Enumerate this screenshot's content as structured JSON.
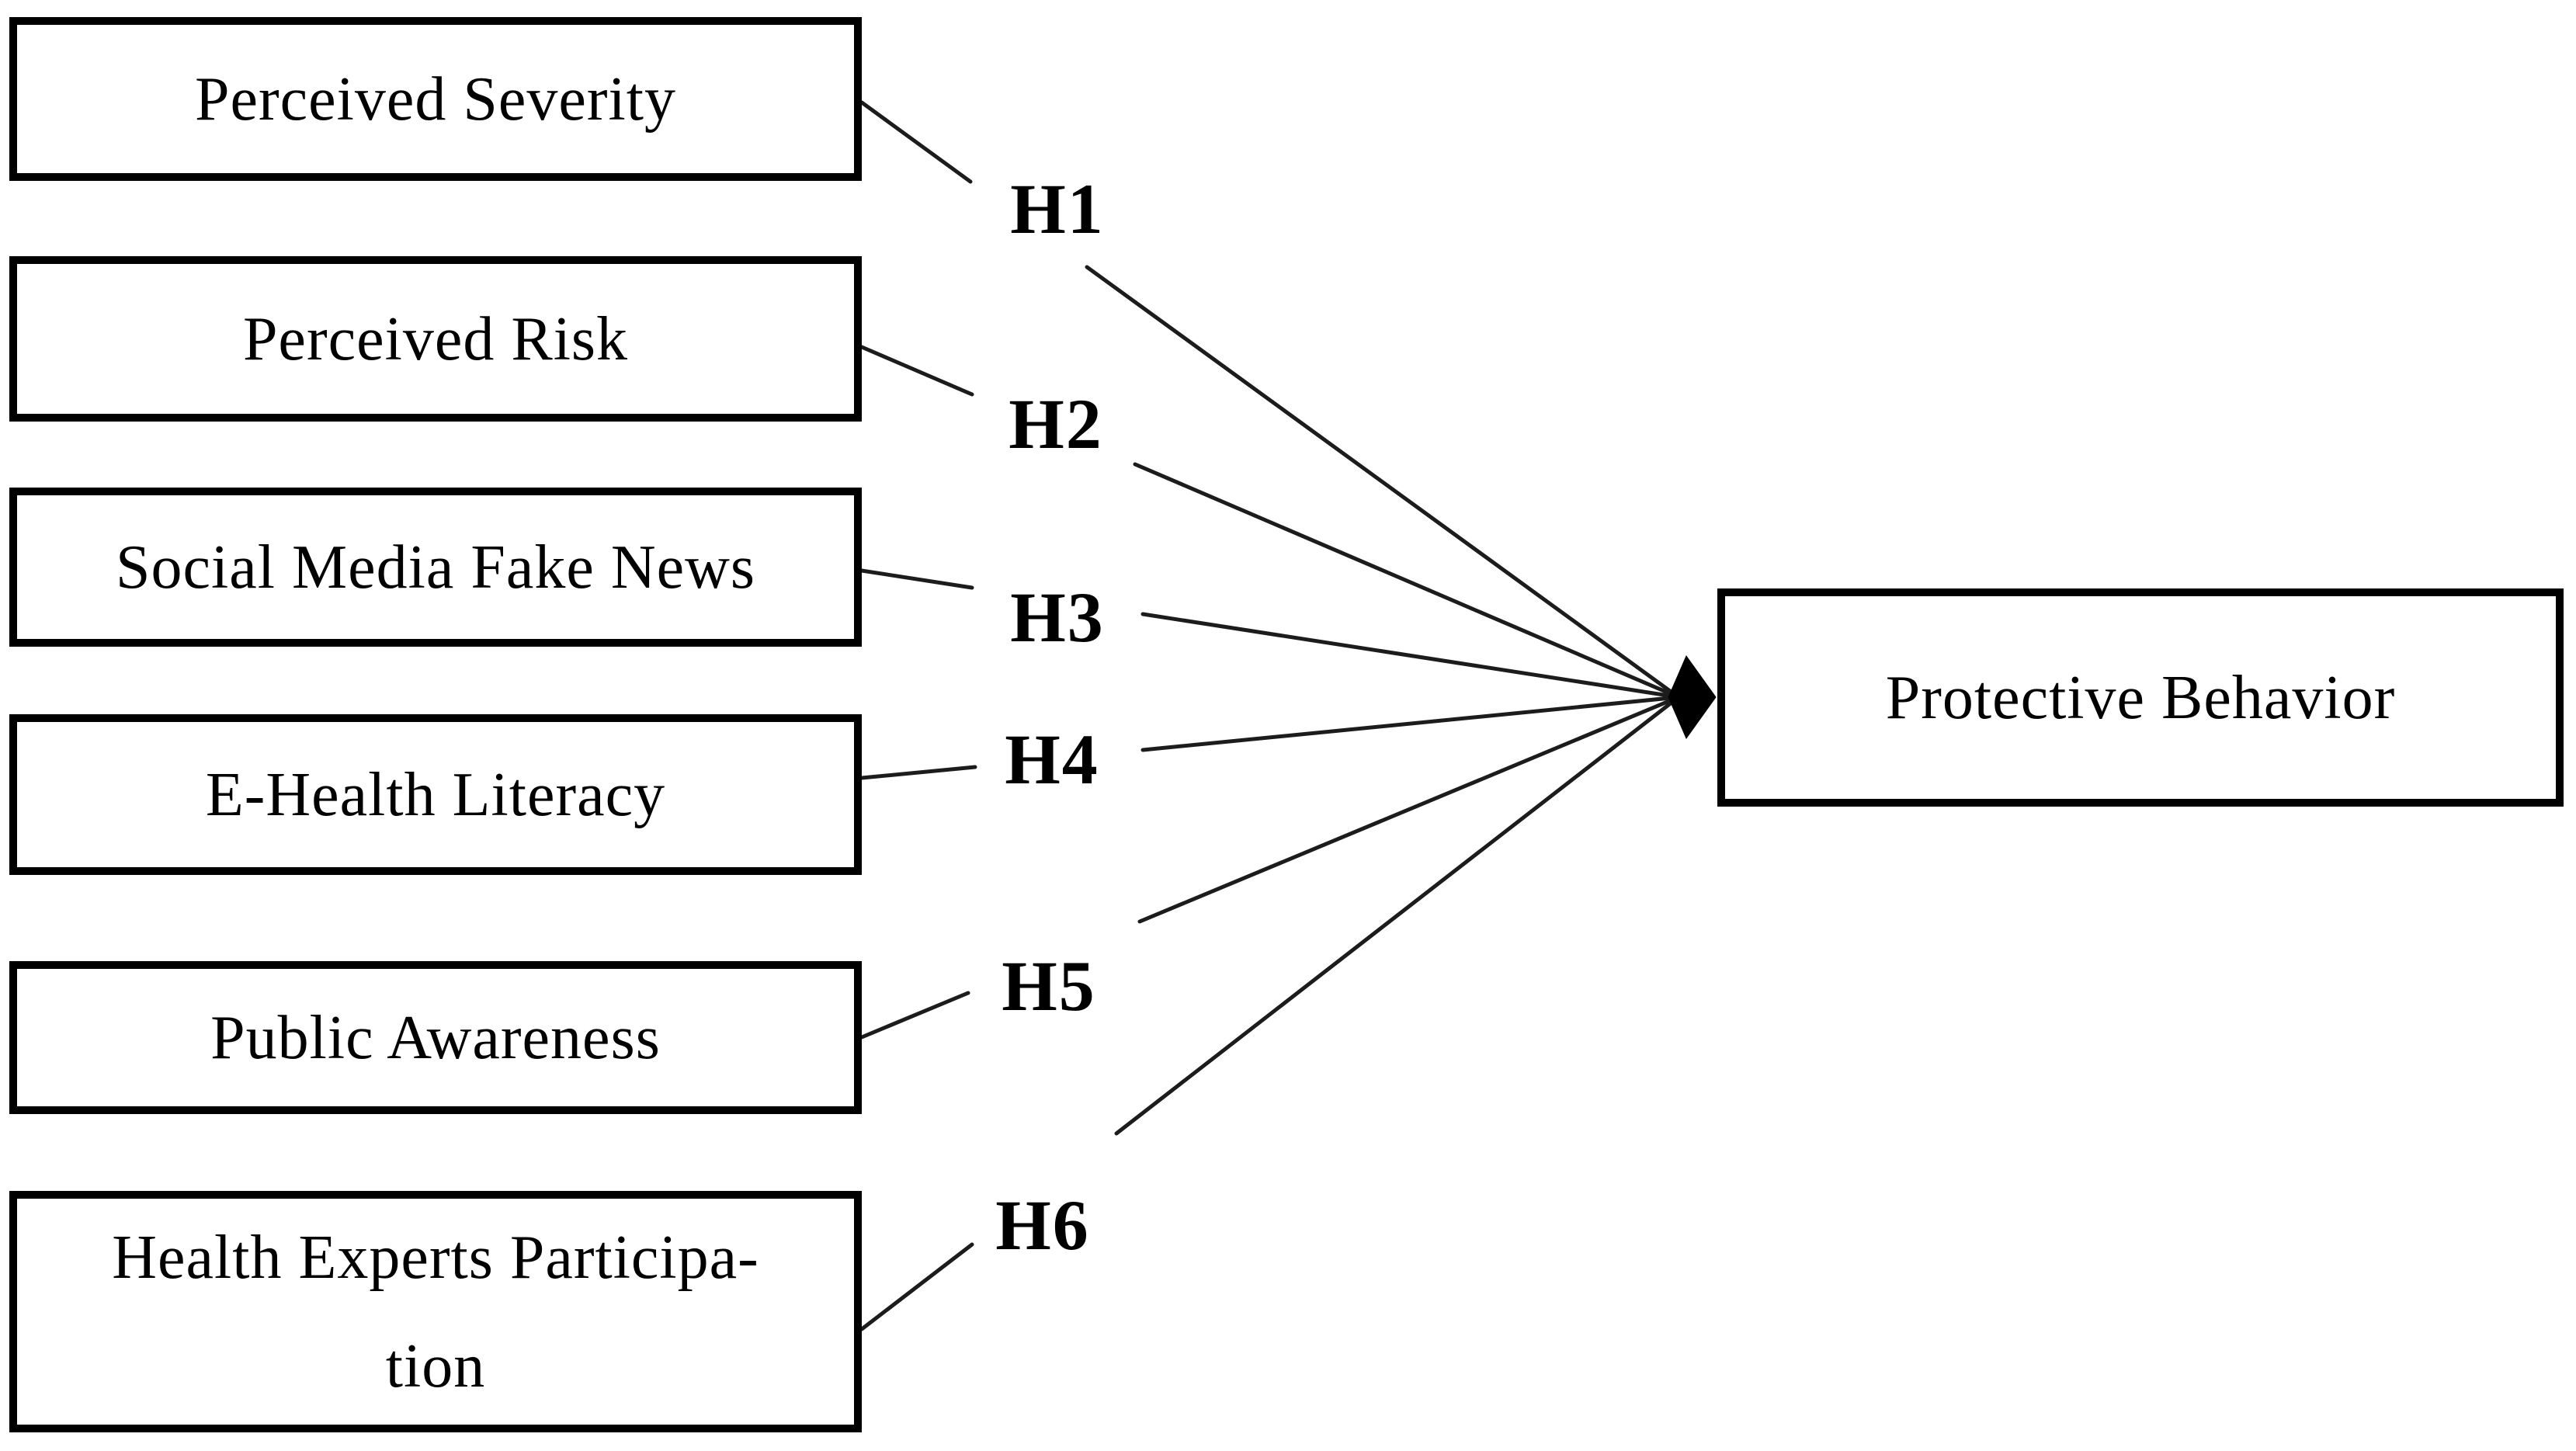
{
  "figure": {
    "type": "path-diagram",
    "background_color": "#ffffff",
    "line_color": "#1c1c1c",
    "border_color": "#000000",
    "text_color": "#000000"
  },
  "predictors": [
    {
      "label": "Perceived Severity",
      "hypothesis": "H1"
    },
    {
      "label": "Perceived Risk",
      "hypothesis": "H2"
    },
    {
      "label": "Social Media Fake News",
      "hypothesis": "H3"
    },
    {
      "label": "E-Health Literacy",
      "hypothesis": "H4"
    },
    {
      "label": "Public Awareness",
      "hypothesis": "H5"
    },
    {
      "label": "Health Experts Participa-\ntion",
      "hypothesis": "H6"
    }
  ],
  "outcome": {
    "label": "Protective Behavior"
  }
}
